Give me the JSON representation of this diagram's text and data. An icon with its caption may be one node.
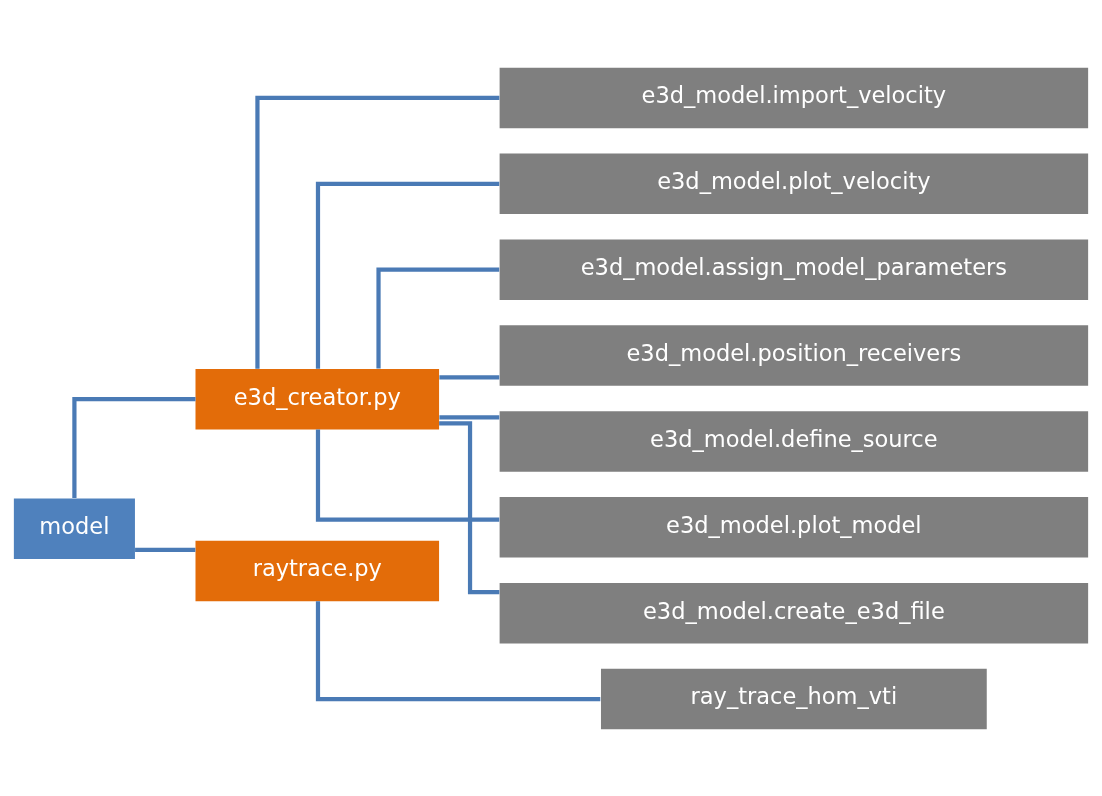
{
  "diagram": {
    "nodes": [
      {
        "text": [
          "model"
        ]
      },
      {
        "text": [
          "e3d_creator.py"
        ]
      },
      {
        "text": [
          "raytrace.py"
        ]
      },
      {
        "text": [
          "e3d_model.import_velocity"
        ]
      },
      {
        "text": [
          "e3d_model.plot_velocity"
        ]
      },
      {
        "text": [
          "e3d_model.assign_model_parameters"
        ]
      },
      {
        "text": [
          "e3d_model.position_receivers"
        ]
      },
      {
        "text": [
          "e3d_model.define_source"
        ]
      },
      {
        "text": [
          "e3d_model.plot_model"
        ]
      },
      {
        "text": [
          "e3d_model.create_e3d_file"
        ]
      },
      {
        "text": [
          "ray_trace_hom_vti"
        ]
      }
    ],
    "edges": [
      {
        "from": 0,
        "to": 1,
        "arrow": "none"
      },
      {
        "from": 0,
        "to": 2,
        "arrow": "none"
      },
      {
        "from": 1,
        "to": 3,
        "arrow": "none"
      },
      {
        "from": 1,
        "to": 4,
        "arrow": "none"
      },
      {
        "from": 1,
        "to": 5,
        "arrow": "none"
      },
      {
        "from": 1,
        "to": 6,
        "arrow": "none"
      },
      {
        "from": 1,
        "to": 7,
        "arrow": "none"
      },
      {
        "from": 1,
        "to": 8,
        "arrow": "none"
      },
      {
        "from": 1,
        "to": 9,
        "arrow": "none"
      },
      {
        "from": 2,
        "to": 10,
        "arrow": "none"
      }
    ]
  }
}
